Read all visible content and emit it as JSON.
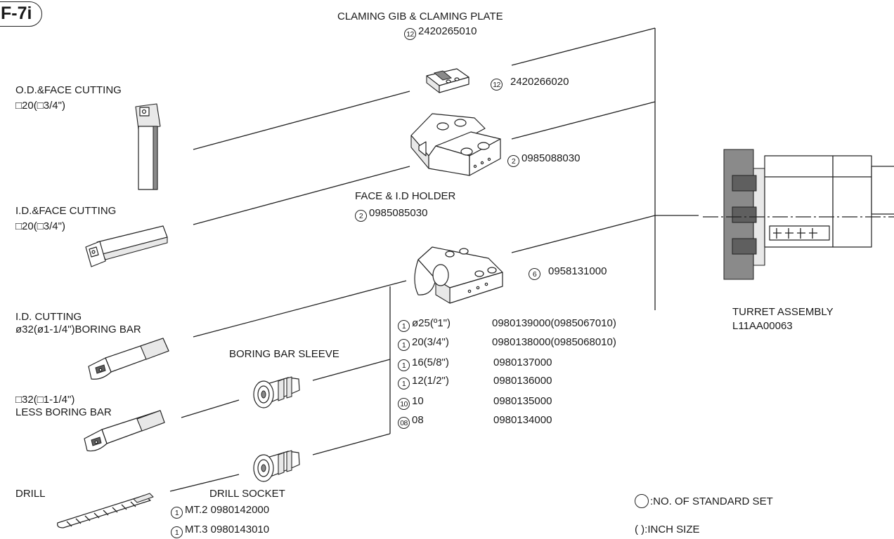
{
  "badge": "F-7i",
  "clamping": {
    "title": "CLAMING GIB & CLAMING PLATE",
    "gib": {
      "qty": "12",
      "part": "2420265010"
    },
    "plate": {
      "qty": "12",
      "part": "2420266020"
    }
  },
  "od_face": {
    "title": "O.D.&FACE CUTTING",
    "size": "□20(□3/4\")"
  },
  "id_face": {
    "title": "I.D.&FACE CUTTING",
    "size": "□20(□3/4\")"
  },
  "holder_part": {
    "qty": "2",
    "part": "0985088030"
  },
  "face_id_holder": {
    "title": "FACE & I.D HOLDER",
    "qty": "2",
    "part": "0985085030"
  },
  "boring_holder": {
    "qty": "6",
    "part": "0958131000"
  },
  "id_cutting": {
    "title": "I.D. CUTTING",
    "size": "ø32(ø1-1/4\")BORING BAR"
  },
  "less_boring": {
    "size": "□32(□1-1/4\")",
    "title": "LESS BORING BAR"
  },
  "sleeve": {
    "title": "BORING BAR SLEEVE"
  },
  "sleeve_table": [
    {
      "qty": "1",
      "size": "ø25(º1\")",
      "part": "0980139000(0985067010)"
    },
    {
      "qty": "1",
      "size": "20(3/4\")",
      "part": "0980138000(0985068010)"
    },
    {
      "qty": "1",
      "size": "16(5/8\")",
      "part": "0980137000"
    },
    {
      "qty": "1",
      "size": "12(1/2\")",
      "part": "0980136000"
    },
    {
      "qty": "10",
      "size": "10",
      "part": "0980135000"
    },
    {
      "qty": "08",
      "size": "08",
      "part": "0980134000"
    }
  ],
  "drill": {
    "title": "DRILL"
  },
  "drill_socket": {
    "title": "DRILL SOCKET",
    "items": [
      {
        "qty": "1",
        "label": "MT.2 0980142000"
      },
      {
        "qty": "1",
        "label": "MT.3 0980143010"
      }
    ]
  },
  "turret": {
    "title": "TURRET ASSEMBLY",
    "part": "L11AA00063"
  },
  "legend": {
    "standard": ":NO. OF STANDARD SET",
    "inch": "( ):INCH SIZE"
  }
}
